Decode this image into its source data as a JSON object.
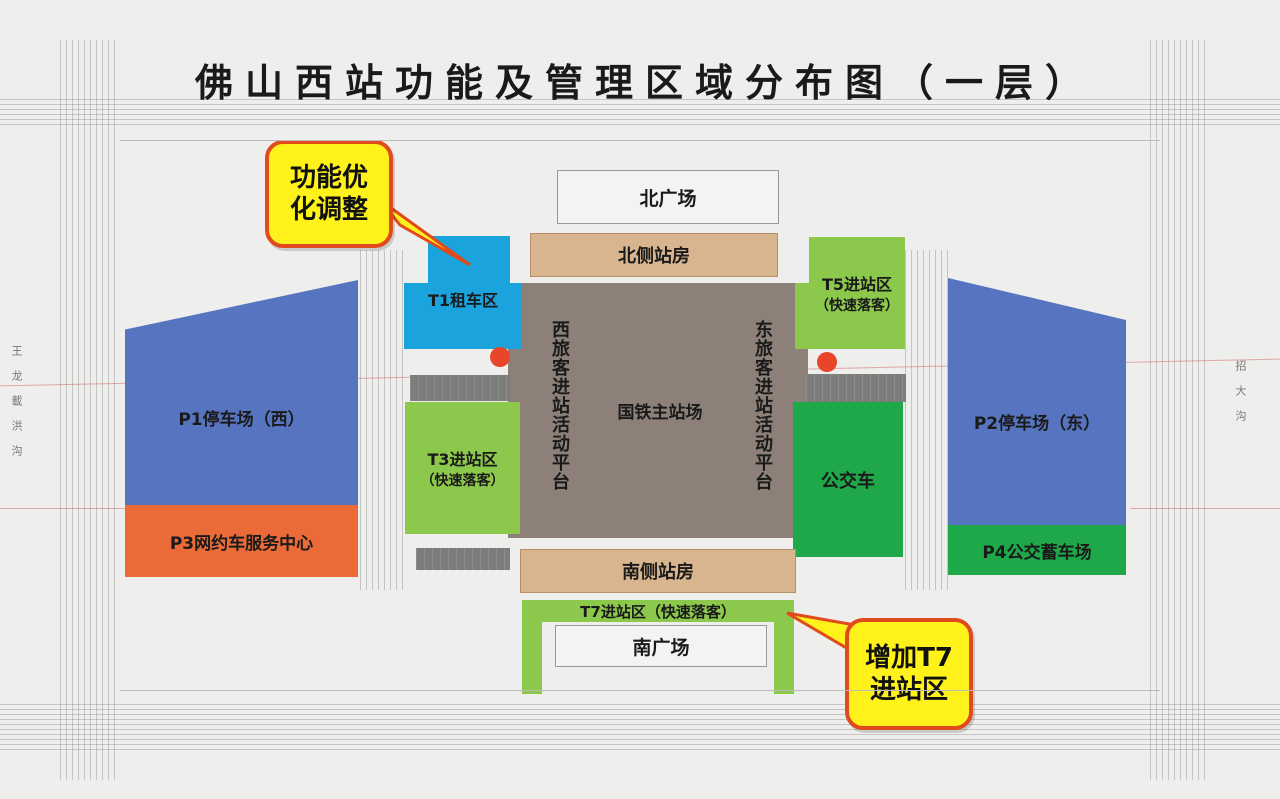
{
  "title": "佛山西站功能及管理区域分布图（一层）",
  "zones": {
    "north_plaza": "北广场",
    "north_station_building": "北侧站房",
    "south_station_building": "南侧站房",
    "south_plaza": "南广场",
    "main_station": "国铁主站场",
    "west_platform": "西旅客进站活动平台",
    "east_platform": "东旅客进站活动平台",
    "t1": "T1租车区",
    "t3_title": "T3进站区",
    "t3_sub": "（快速落客）",
    "t5_title": "T5进站区",
    "t5_sub": "（快速落客）",
    "t7": "T7进站区（快速落客）",
    "bus": "公交车",
    "p1": "P1停车场（西）",
    "p2": "P2停车场（东）",
    "p3": "P3网约车服务中心",
    "p4": "P4公交蓄车场"
  },
  "callouts": {
    "top_left_line1": "功能优",
    "top_left_line2": "化调整",
    "bottom_right_line1": "增加T7",
    "bottom_right_line2": "进站区"
  },
  "road_labels": {
    "west": "王龙載洪沟",
    "east": "招大沟"
  },
  "colors": {
    "parking_blue": "#5674c0",
    "taxi_cyan": "#1aa3dc",
    "light_green": "#8cc84b",
    "dark_green": "#1fa84a",
    "orange": "#ea6b37",
    "tan": "#d9b58f",
    "station_gray": "#8c8078",
    "callout_yellow": "#fff21a",
    "callout_border": "#e14a1c",
    "marker_red": "#e8452a"
  }
}
